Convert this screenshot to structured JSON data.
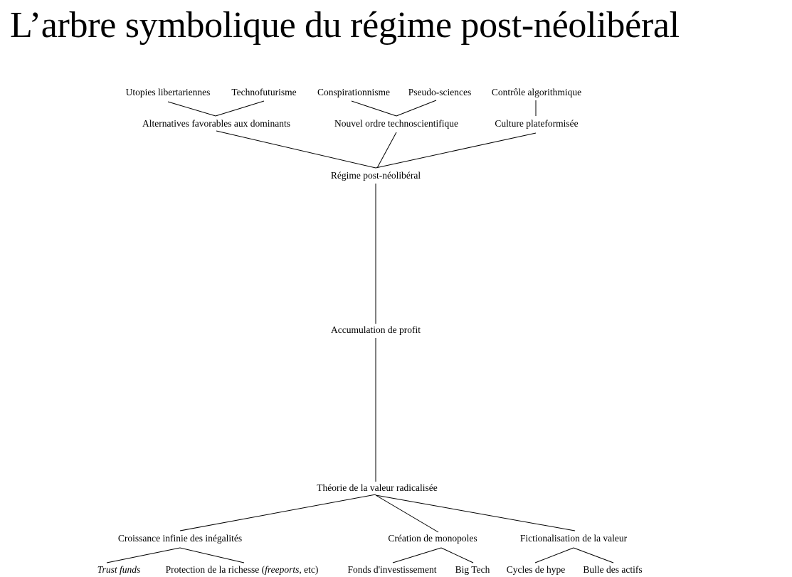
{
  "title": "L’arbre symbolique du régime post-néolibéral",
  "nodes": {
    "utopies": "Utopies libertariennes",
    "technofuturisme": "Technofuturisme",
    "conspirationnisme": "Conspirationnisme",
    "pseudo_sciences": "Pseudo-sciences",
    "controle": "Contrôle algorithmique",
    "alternatives": "Alternatives favorables aux dominants",
    "nouvel_ordre": "Nouvel ordre technoscientifique",
    "culture": "Culture plateformisée",
    "regime": "Régime post-néolibéral",
    "accumulation": "Accumulation de profit",
    "theorie": "Théorie de la valeur radicalisée",
    "croissance": "Croissance infinie des inégalités",
    "creation": "Création de monopoles",
    "fictionalisation": "Fictionalisation de la valeur",
    "trust_funds": "Trust funds",
    "protection_a": "Protection de la richesse (",
    "protection_b": "freeports",
    "protection_c": ", etc)",
    "fonds": "Fonds d'investissement",
    "big_tech": "Big Tech",
    "cycles": "Cycles de hype",
    "bulle": "Bulle des actifs"
  }
}
